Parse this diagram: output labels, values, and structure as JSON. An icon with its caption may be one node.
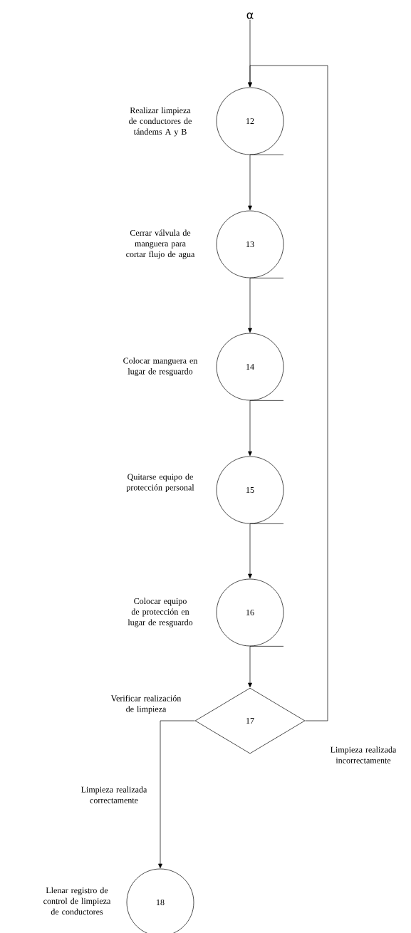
{
  "diagram": {
    "nodes": [
      {
        "text": [
          "α"
        ]
      },
      {
        "text": [
          "12"
        ],
        "beside": [
          "Realizar limpieza de conductores de tándems A y B"
        ]
      },
      {
        "text": [
          "13"
        ],
        "beside": [
          "Cerrar válvula de manguera para cortar flujo de agua"
        ]
      },
      {
        "text": [
          "14"
        ],
        "beside": [
          "Colocar manguera en lugar de resguardo"
        ]
      },
      {
        "text": [
          "15"
        ],
        "beside": [
          "Quitarse equipo de protección personal"
        ]
      },
      {
        "text": [
          "16"
        ],
        "beside": [
          "Colocar equipo de protección en lugar de resguardo"
        ]
      },
      {
        "text": [
          "17"
        ],
        "beside": [
          "Verificar realización de limpieza"
        ]
      },
      {
        "text": [
          "18"
        ],
        "beside": [
          "Llenar registro de control de limpieza de conductores"
        ]
      }
    ],
    "edges": [
      {
        "from": 0,
        "to": 1,
        "arrow": "to"
      },
      {
        "from": 1,
        "to": 2,
        "arrow": "to"
      },
      {
        "from": 2,
        "to": 3,
        "arrow": "to"
      },
      {
        "from": 3,
        "to": 4,
        "arrow": "to"
      },
      {
        "from": 4,
        "to": 5,
        "arrow": "to"
      },
      {
        "from": 5,
        "to": 6,
        "arrow": "to"
      },
      {
        "from": 6,
        "to": 7,
        "arrow": "to",
        "label": "Limpieza realizada correctamente"
      },
      {
        "from": 6,
        "to": 1,
        "arrow": "to",
        "label": "Limpieza realizada incorrectamente"
      }
    ]
  }
}
